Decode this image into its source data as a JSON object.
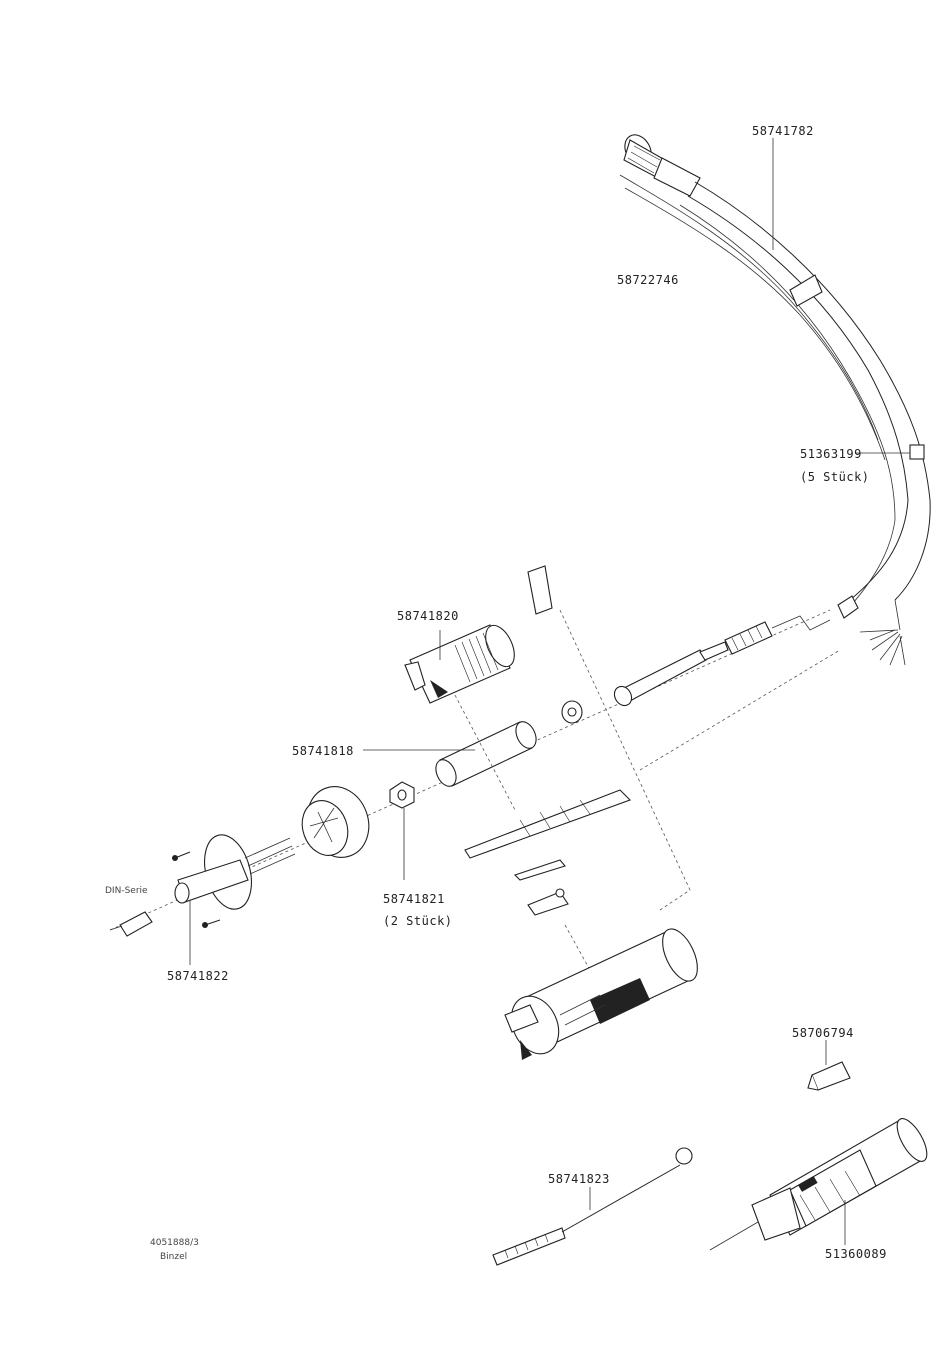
{
  "labels": {
    "p58741782": "58741782",
    "p58722746": "58722746",
    "p51363199": "51363199",
    "p51363199_qty": "(5 Stück)",
    "p58741820": "58741820",
    "p58741818": "58741818",
    "p58741821": "58741821",
    "p58741821_qty": "(2 Stück)",
    "p58741822": "58741822",
    "din_seria": "DIN-Serie",
    "p58706794": "58706794",
    "p58741823": "58741823",
    "p51360089": "51360089"
  },
  "footer": {
    "drawing_no": "4051888/3",
    "drawing_sub": "Binzel"
  }
}
